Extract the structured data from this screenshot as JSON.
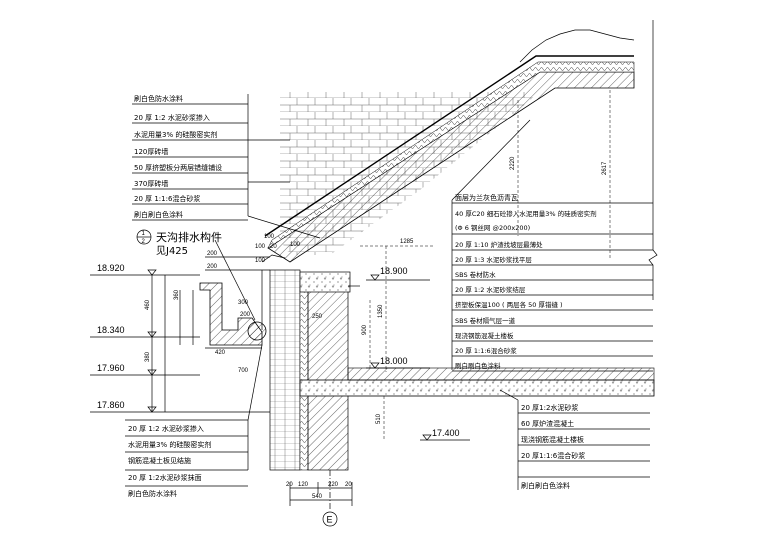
{
  "elevations": {
    "e1": "18.920",
    "e2": "18.340",
    "e3": "17.960",
    "e4": "17.860",
    "e5": "18.900",
    "e6": "18.000",
    "e7": "17.400"
  },
  "gutter": {
    "title": "天沟排水构件",
    "ref": "见J425",
    "index_top": "1",
    "index_bottom": "2"
  },
  "grid_axis": "E",
  "notes_wall": [
    "刷白色防水涂料",
    "20 厚 1:2 水泥砂浆掺入",
    "水泥用量3% 的硅酸密实剂",
    "120厚砖墙",
    "50 厚挤塑板分两层错缝铺设",
    "370厚砖墙",
    "20 厚 1:1:6混合砂浆",
    "刷白刷白色涂料"
  ],
  "notes_roof": [
    "面层为兰灰色沥青瓦",
    "40 厚C20 细石砼掺入水泥用量3% 的硅质密实剂",
    "(Φ 6 钢丝网 @200x200)",
    "20 厚 1:10 炉渣找坡层最薄处",
    "20 厚 1:3 水泥砂浆找平层",
    "SBS  卷材防水",
    "20 厚 1:2 水泥砂浆结层",
    "挤塑板保温100 ( 两层各 50 厚错缝 )",
    "SBS  卷材隔气层一道",
    "现浇钢筋混凝土楼板",
    "20 厚 1:1:6混合砂浆",
    "刷白刷白色涂料"
  ],
  "notes_gutter": [
    "20 厚 1:2 水泥砂浆掺入",
    "水泥用量3% 的硅酸密实剂",
    "钢筋混凝土板见结施",
    "20 厚 1:2水泥砂浆抹面",
    "刷白色防水涂料"
  ],
  "notes_floor": [
    "20 厚1:2水泥砂浆",
    "60 厚炉渣混凝土",
    "现浇钢筋混凝土楼板",
    "20 厚1:1:6混合砂浆",
    "刷白刷白色涂料"
  ],
  "dims": {
    "d_200a": "200",
    "d_200b": "200",
    "d_100a": "100",
    "d_100b": "100",
    "d_360": "360",
    "d_460": "460",
    "d_380": "380",
    "d_420": "420",
    "d_300": "300",
    "d_200c": "200",
    "d_700": "700",
    "d_1285": "1285",
    "d_2220": "2220",
    "d_2617": "2617",
    "d_1350": "1350",
    "d_900": "900",
    "d_510": "510",
    "d_250": "250",
    "d_120": "120",
    "d_220": "220",
    "d_540": "540",
    "d_20a": "20",
    "d_20b": "20",
    "d_20c": "20",
    "d_100c": "100",
    "d_100d": "100"
  }
}
